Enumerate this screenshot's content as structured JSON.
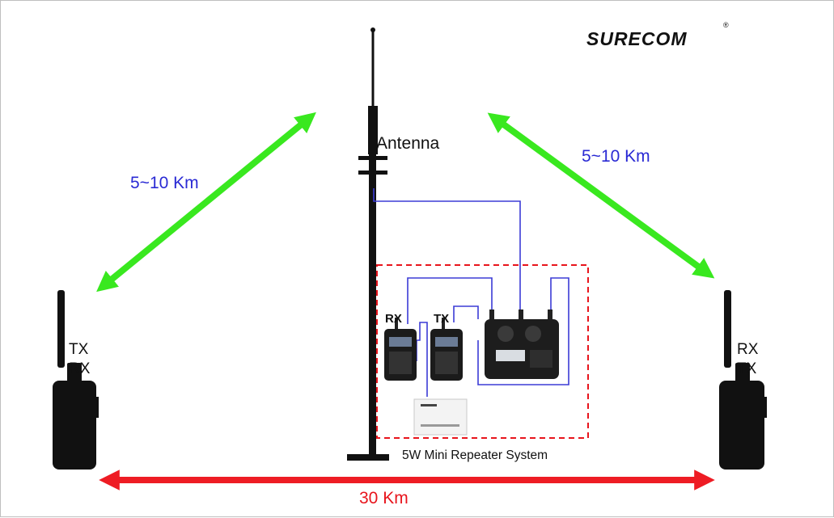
{
  "brand": {
    "name": "SURECOM",
    "mark": "®"
  },
  "antenna": {
    "label": "Antenna"
  },
  "distances": {
    "left_diagonal": "5~10 Km",
    "right_diagonal": "5~10 Km",
    "bottom": "30 Km"
  },
  "left_radio": {
    "line1": "TX",
    "line2": "RX"
  },
  "right_radio": {
    "line1": "RX",
    "line2": "TX"
  },
  "repeater": {
    "rx_label": "RX",
    "tx_label": "TX",
    "caption": "5W Mini Repeater System"
  },
  "colors": {
    "green_arrow": "#39e81f",
    "red_arrow": "#ee1c24",
    "blue_text": "#2a2ad4",
    "cable": "#3b3bd6",
    "dashed_box": "#e8141c"
  }
}
